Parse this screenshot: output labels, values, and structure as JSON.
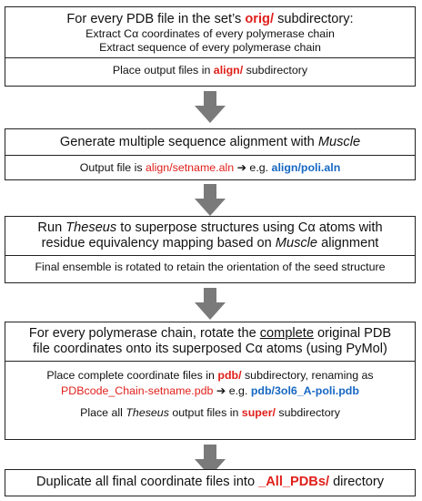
{
  "box1": {
    "l1_a": "For every PDB file in the set’s ",
    "l1_b": "orig/",
    "l1_c": " subdirectory:",
    "l2_a": "Extract C",
    "l2_alpha": "α",
    "l2_b": " coordinates of every polymerase chain",
    "l3": "Extract sequence of every polymerase chain",
    "l4_a": "Place output files in ",
    "l4_b": "align/",
    "l4_c": " subdirectory"
  },
  "box2": {
    "l1_a": "Generate multiple sequence alignment with ",
    "l1_b": "Muscle",
    "l2_a": "Output file is ",
    "l2_b": "align/setname.aln",
    "l2_arrow": " ➔ ",
    "l2_c": "e.g. ",
    "l2_d": "align/poli.aln"
  },
  "box3": {
    "l1_a": "Run ",
    "l1_b": "Theseus",
    "l1_c": " to superpose structures using C",
    "l1_alpha": "α",
    "l1_d": " atoms with",
    "l2_a": "residue equivalency mapping based on ",
    "l2_b": "Muscle",
    "l2_c": " alignment",
    "l3": "Final ensemble is rotated to retain the orientation of the seed structure"
  },
  "box4": {
    "l1_a": "For every polymerase chain, rotate the ",
    "l1_b": "complete",
    "l1_c": " original PDB",
    "l2_a": "file coordinates onto its superposed C",
    "l2_alpha": "α",
    "l2_b": " atoms (using PyMol)",
    "l3_a": "Place complete coordinate files in ",
    "l3_b": "pdb/",
    "l3_c": " subdirectory, renaming as",
    "l4_a": "PDBcode_Chain-setname.pdb",
    "l4_arrow": " ➔ ",
    "l4_b": "e.g. ",
    "l4_c": "pdb/3ol6_A-poli.pdb",
    "l5_a": "Place all ",
    "l5_b": "Theseus",
    "l5_c": " output files in ",
    "l5_d": "super/",
    "l5_e": " subdirectory"
  },
  "box5": {
    "l1_a": "Duplicate all final coordinate files into ",
    "l1_b": "_All_PDBs/",
    "l1_c": " directory"
  },
  "colors": {
    "red": "#e0201b",
    "blue": "#1768c2",
    "arrow": "#7a7a7a",
    "border": "#222222"
  }
}
